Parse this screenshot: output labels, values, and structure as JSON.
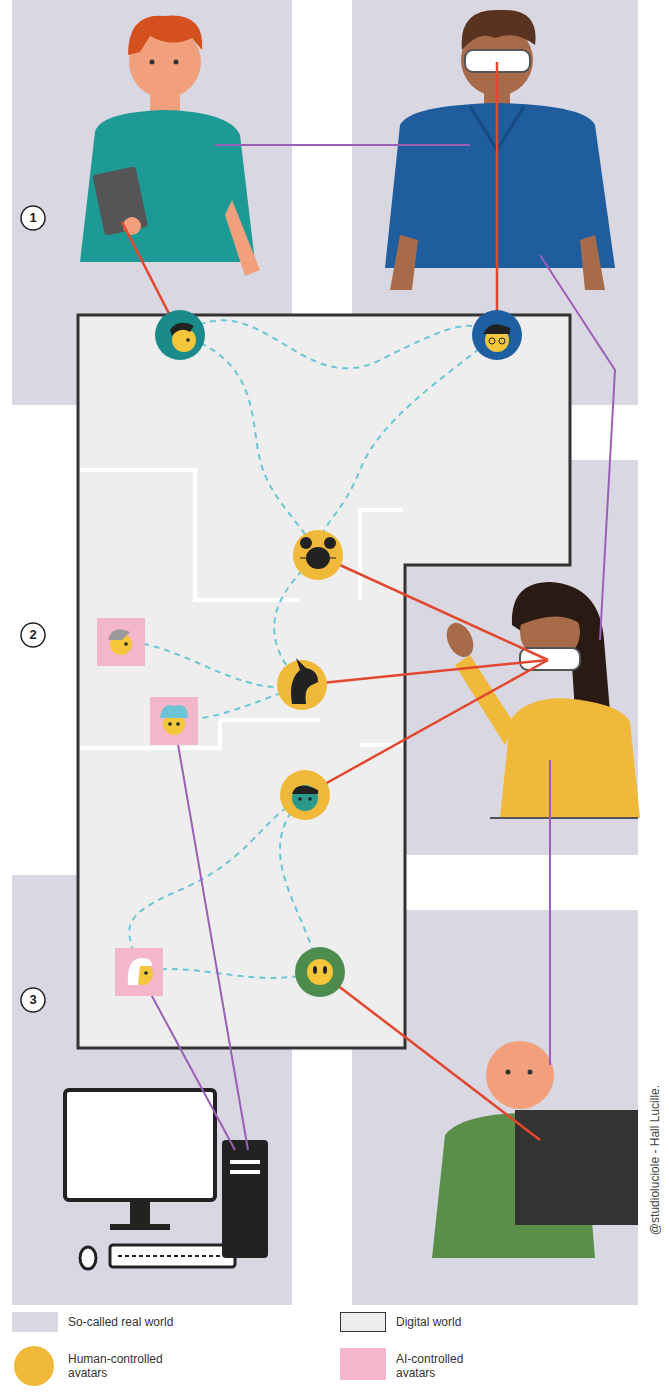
{
  "diagram": {
    "labels": [
      "1",
      "2",
      "3",
      "@studioluciole - Hall Lucille."
    ],
    "legend": [
      {
        "text": "So-called real world",
        "color": "#d9d7e2"
      },
      {
        "text": "Digital world",
        "color": "#eeeeee"
      },
      {
        "text": "Human-controlled avatars",
        "color": "#f0b93a"
      },
      {
        "text": "AI-controlled avatars",
        "color": "#f4b6c9"
      }
    ]
  }
}
